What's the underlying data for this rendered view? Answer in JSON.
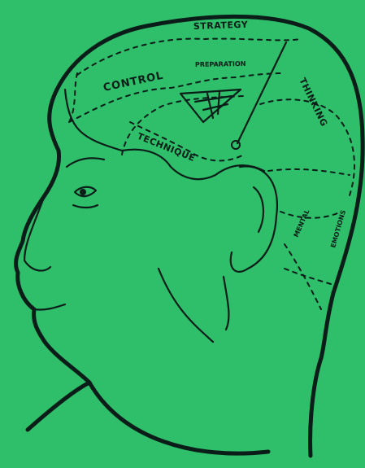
{
  "labels": {
    "strategy": "STRATEGY",
    "preparation": "PREPARATION",
    "control": "CONTROL",
    "thinking": "THINKING",
    "technique": "TECHNIQUE",
    "mental": "MENTAL",
    "emotions": "EMOTIONS"
  },
  "colors": {
    "background": "#2fbf6a",
    "ink": "#0a1d18"
  }
}
